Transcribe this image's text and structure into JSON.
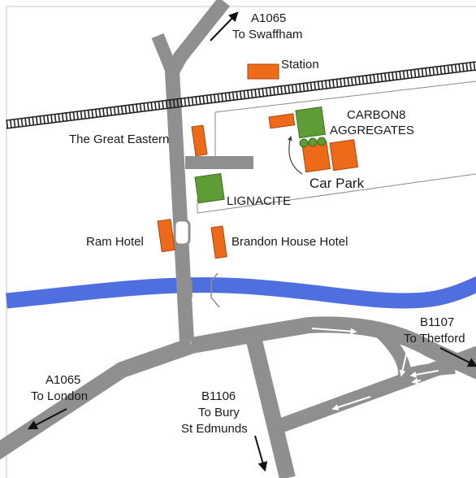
{
  "colors": {
    "background": "#ffffff",
    "frame": "#c8c8c8",
    "road": "#8f8f8f",
    "river": "#4f6fe0",
    "building": "#ee6a18",
    "building_outline": "#a9470c",
    "green_area": "#5e9c36",
    "green_outline": "#3f6e22",
    "railway": "#222222"
  },
  "roads": {
    "a1065_north": {
      "line1": "A1065",
      "line2": "To Swaffham"
    },
    "a1065_south": {
      "line1": "A1065",
      "line2": "To London"
    },
    "b1106": {
      "line1": "B1106",
      "line2": "To Bury",
      "line3": "St Edmunds"
    },
    "b1107": {
      "line1": "B1107",
      "line2": "To Thetford"
    }
  },
  "places": {
    "station": "Station",
    "carbon8_line1": "CARBON8",
    "carbon8_line2": "AGGREGATES",
    "car_park": "Car Park",
    "great_eastern": "The Great Eastern",
    "lignacite": "LIGNACITE",
    "ram_hotel": "Ram Hotel",
    "brandon_house": "Brandon House Hotel"
  }
}
